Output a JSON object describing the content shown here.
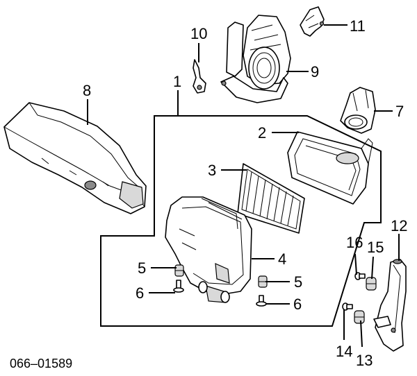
{
  "diagram": {
    "reference_code": "066–01589",
    "callouts": {
      "p1": "1",
      "p2": "2",
      "p3": "3",
      "p4": "4",
      "p5a": "5",
      "p5b": "5",
      "p6a": "6",
      "p6b": "6",
      "p7": "7",
      "p8": "8",
      "p9": "9",
      "p10": "10",
      "p11": "11",
      "p12": "12",
      "p13": "13",
      "p14": "14",
      "p15": "15",
      "p16": "16"
    }
  }
}
